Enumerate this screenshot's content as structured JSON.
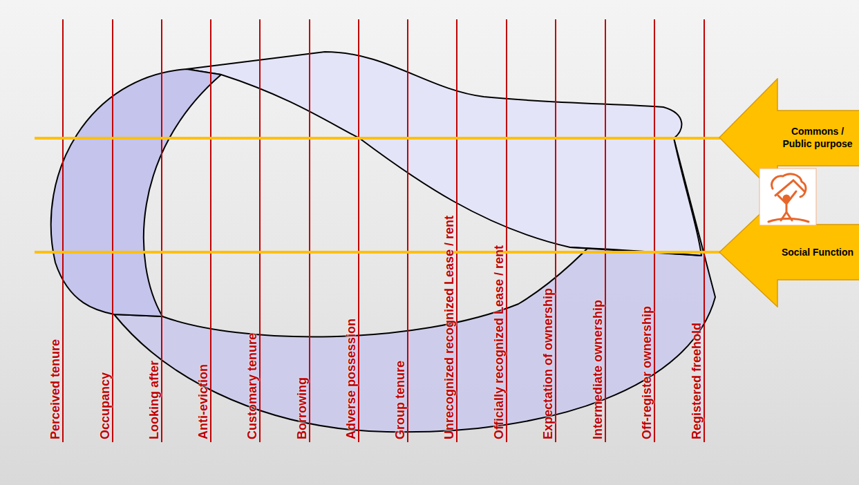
{
  "diagram": {
    "nodes": [
      {
        "text": [
          "Commons / Public purpose"
        ]
      },
      {
        "text": [
          "Social Function"
        ]
      }
    ],
    "labels": [
      "Perceived tenure",
      "Occupancy",
      "Looking after",
      "Anti-eviction",
      "Customary  tenure",
      "Borrowing",
      "Adverse possession",
      "Group tenure",
      "Unrecognized recognized Lease / rent",
      "Officially recognized Lease / rent",
      "Expectation of ownership",
      "Intermediate ownership",
      "Off-register ownership",
      "Registered freehold"
    ]
  }
}
